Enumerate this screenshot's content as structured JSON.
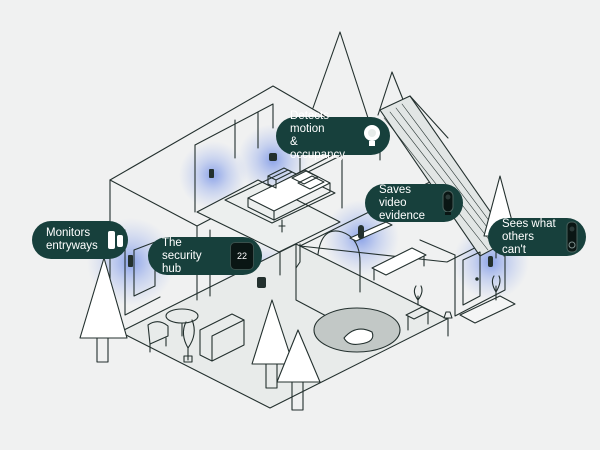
{
  "callouts": {
    "motion": {
      "text": "Detects motion\n& occupancy",
      "device_icon": "motion-sensor-icon"
    },
    "entry": {
      "text": "Monitors\nentryways",
      "device_icon": "contact-sensor-icon"
    },
    "hub": {
      "text": "The security hub",
      "device_icon": "thermostat-hub-icon",
      "display": "22"
    },
    "camera": {
      "text": "Saves video\nevidence",
      "device_icon": "indoor-camera-icon"
    },
    "doorbell": {
      "text": "Sees what\nothers can't",
      "device_icon": "video-doorbell-icon"
    }
  },
  "colors": {
    "background": "#f0f1f1",
    "callout": "#17403c",
    "signal_glow": "#3a63e0",
    "line": "#23302e",
    "floor_fill": "#e4e7e6"
  }
}
